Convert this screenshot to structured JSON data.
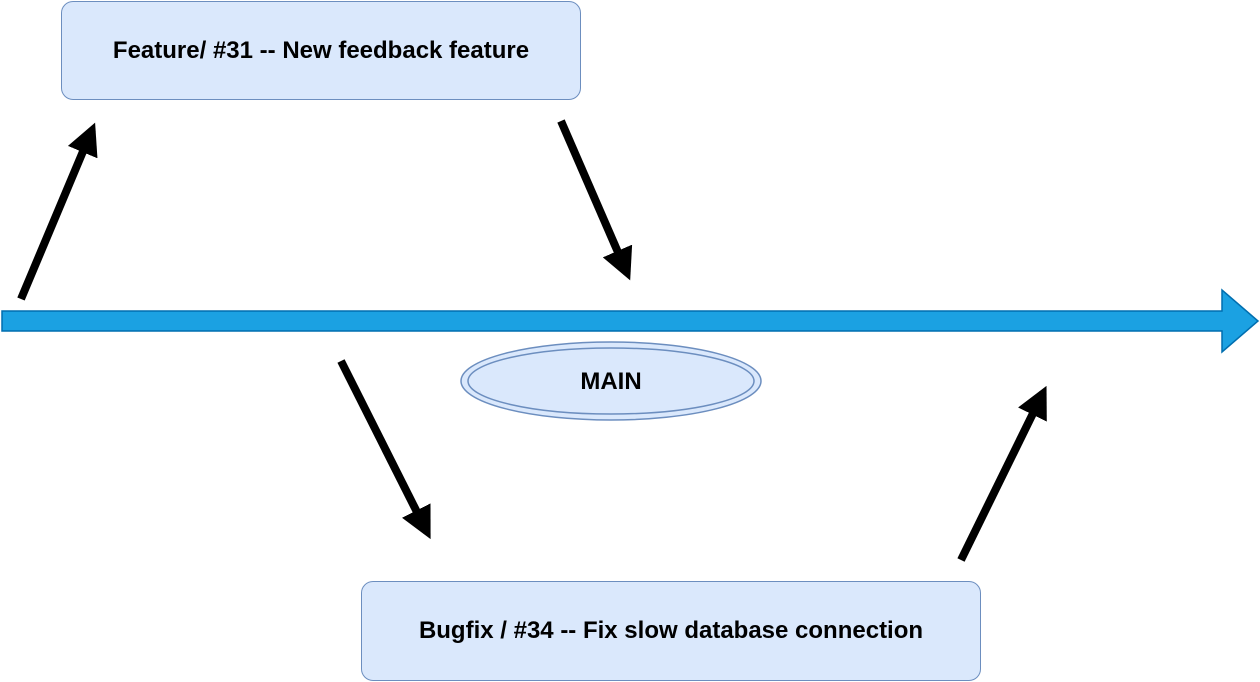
{
  "colors": {
    "node_fill": "#dae8fc",
    "node_border": "#6c8ebf",
    "main_line": "#1ba1e2",
    "main_line_border": "#006eaf",
    "arrow": "#000000"
  },
  "main_branch": {
    "label": "MAIN"
  },
  "feature_branch": {
    "label": "Feature/ #31 -- New feedback feature"
  },
  "bugfix_branch": {
    "label": "Bugfix / #34 -- Fix slow database connection"
  }
}
